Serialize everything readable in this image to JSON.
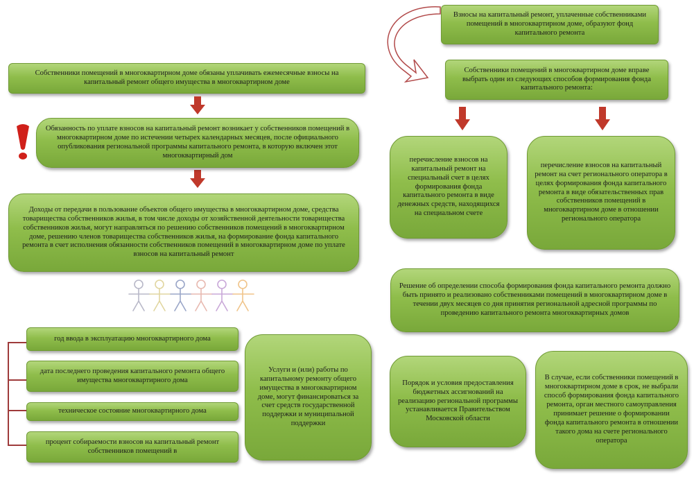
{
  "boxes": {
    "fund_formation": "Взносы на капитальный ремонт, уплаченные собственниками помещений в многоквартирном доме, образуют фонд капитального ремонта",
    "monthly_payment": "Собственники помещений в многоквартирном доме обязаны уплачивать ежемесячные взносы на капитальный ремонт общего имущества в многоквартирном доме",
    "choose_method": "Собственники помещений в многоквартирном доме вправе выбрать один из следующих способов формирования фонда капитального ремонта:",
    "obligation_start": "Обязанность по уплате взносов на капитальный ремонт возникает у собственников помещений в многоквартирном доме по истечении четырех календарных месяцев, после официального опубликования региональной программы капитального ремонта, в которую включен этот многоквартирный дом",
    "special_account": "перечисление взносов на капитальный ремонт на специальный счет в целях формирования фонда капитального ремонта в виде денежных средств, находящихся на специальном счете",
    "regional_operator": "перечисление взносов на капитальный ремонт на счет регионального оператора в целях формирования фонда капитального ремонта в виде обязательственных прав собственников помещений в многоквартирном доме в отношении регионального оператора",
    "income": "Доходы от передачи в пользование объектов общего имущества в многоквартирном доме, средства товарищества собственников жилья, в том числе доходы от хозяйственной деятельности товарищества собственников жилья, могут направляться по решению собственников помещений в многоквартирном доме, решению членов товарищества собственников жилья, на формирование фонда капитального ремонта в счет исполнения обязанности собственников помещений в многоквартирном доме по уплате взносов на капитальный ремонт",
    "decision_deadline": "Решение об определении способа формирования фонда капитального ремонта должно быть принято и реализовано собственниками помещений в многоквартирном доме в течении двух месяцев со дня принятия региональной адресной программы по проведению капитального ремонта многоквартирных домов",
    "criteria": [
      "год ввода в эксплуатацию многоквартирного дома",
      "дата последнего проведения капитального ремонта общего имущества многоквартирного дома",
      "техническое состояние многоквартирного дома",
      "процент собираемости взносов на капитальный ремонт собственников помещений в"
    ],
    "state_support": "Услуги и (или) работы по капитальному ремонту общего имущества в многоквартирном доме, могут финансироваться за счет средств государственной поддержки и муниципальной поддержки",
    "budget_order": "Порядок и условия предоставления бюджетных ассигнований на реализацию региональной программы устанавливается Правительством Московской области",
    "no_choice": "В случае, если собственники помещений в многоквартирном доме в срок, не выбрали способ формирования фонда капитального ремонта, орган местного самоуправления принимает решение о формировании фонда капитального ремонта в отношении такого дома на счете регионального оператора"
  },
  "icons": {
    "warning": "exclamation-icon",
    "people": "people-chain-icon",
    "arrow": "down-arrow-icon",
    "curved_arrow": "curved-arrow-icon"
  },
  "colors": {
    "box_green": "#8fbd4b",
    "arrow_red": "#c0392b",
    "exclamation_red": "#d0201a"
  }
}
